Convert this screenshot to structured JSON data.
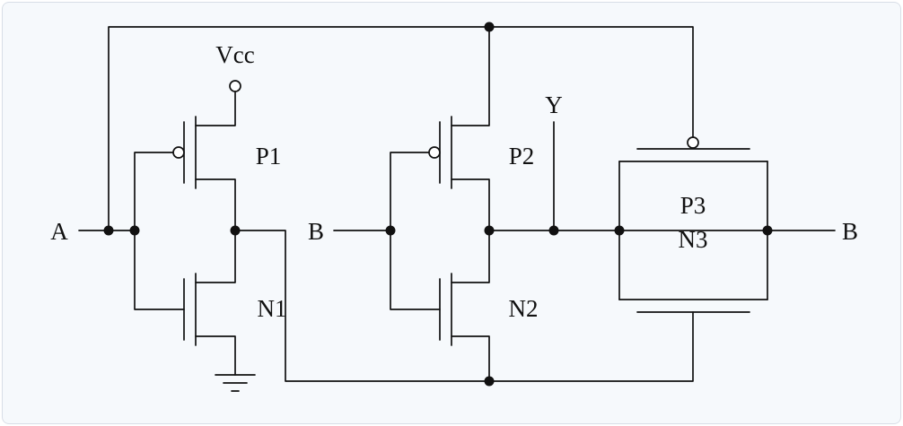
{
  "colors": {
    "background": "#f6f9fc",
    "line": "#111111",
    "terminal-fill": "#ffffff",
    "border": "#d9dee7"
  },
  "labels": {
    "supply": "Vcc",
    "input_a": "A",
    "input_b": "B",
    "output_y": "Y",
    "input_b_right": "B",
    "pmos1": "P1",
    "nmos1": "N1",
    "pmos2": "P2",
    "nmos2": "N2",
    "pmos3": "P3",
    "nmos3": "N3"
  }
}
